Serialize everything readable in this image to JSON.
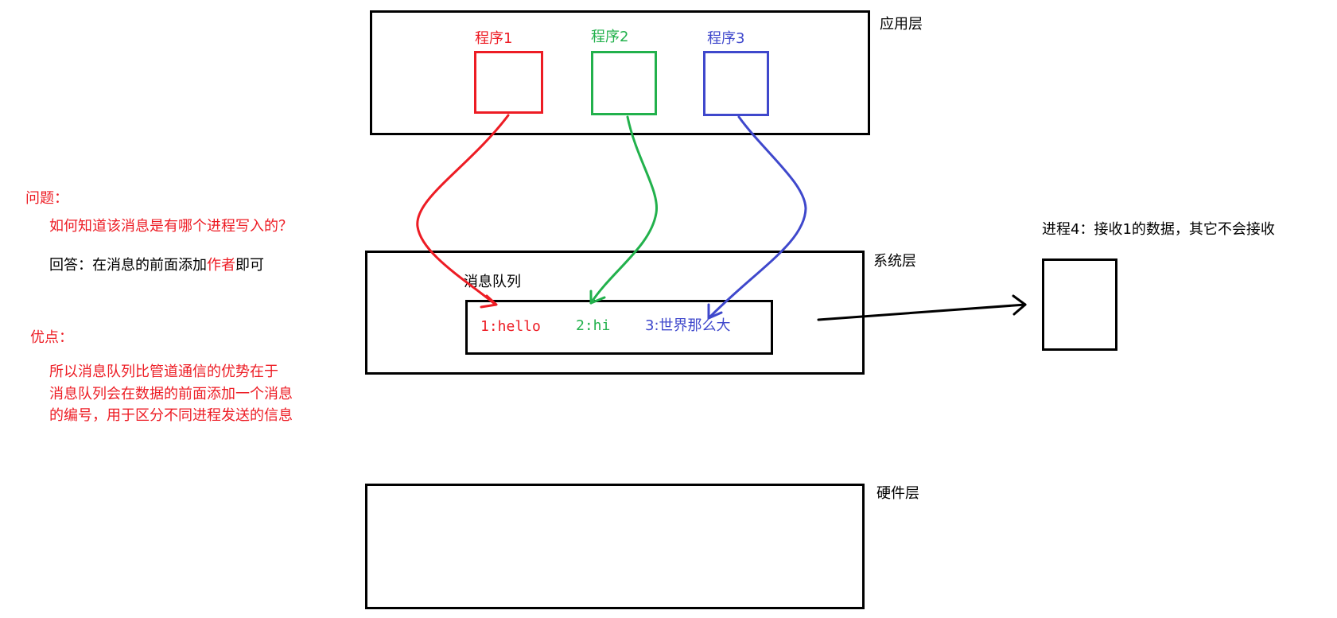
{
  "colors": {
    "red": "#ed1c24",
    "green": "#22b14c",
    "blue": "#3f48cc",
    "black": "#000000"
  },
  "layers": {
    "application": "应用层",
    "system": "系统层",
    "hardware": "硬件层"
  },
  "programs": [
    {
      "label": "程序1",
      "color": "red"
    },
    {
      "label": "程序2",
      "color": "green"
    },
    {
      "label": "程序3",
      "color": "blue"
    }
  ],
  "queue": {
    "title": "消息队列",
    "messages": [
      "1:hello",
      "2:hi",
      "3:世界那么大"
    ]
  },
  "process4": {
    "label": "进程4：接收1的数据，其它不会接收"
  },
  "notes": {
    "question_heading": "问题：",
    "question": "如何知道该消息是有哪个进程写入的？",
    "answer_prefix": "回答：在消息的前面添加",
    "answer_highlight": "作者",
    "answer_suffix": "即可",
    "advantage_heading": "优点：",
    "advantage_lines": [
      "所以消息队列比管道通信的优势在于",
      "消息队列会在数据的前面添加一个消息",
      "的编号，用于区分不同进程发送的信息"
    ]
  }
}
